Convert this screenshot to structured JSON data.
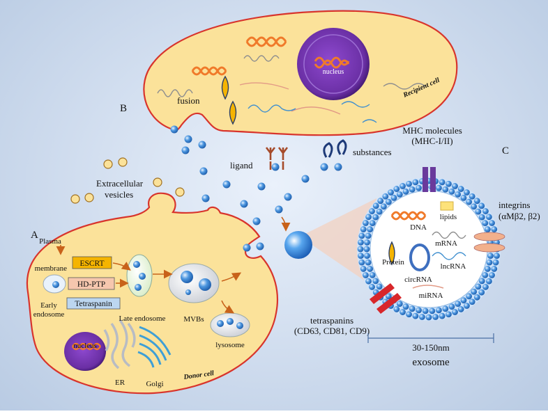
{
  "labels": {
    "panel_a": "A",
    "panel_b": "B",
    "panel_c": "C",
    "fusion": "fusion",
    "recipient_cell": "Recipient cell",
    "donor_cell": "Donor cell",
    "nucleus_recipient": "nucleus",
    "nucleus_donor": "nucleus",
    "ligand": "ligand",
    "substances": "substances",
    "extracellular_1": "Extracellular",
    "extracellular_2": "vesicles",
    "mhc_1": "MHC molecules",
    "mhc_2": "(MHC-I/II)",
    "integrins_1": "integrins",
    "integrins_2": "(αMβ2, β2)",
    "tetraspanins_1": "tetraspanins",
    "tetraspanins_2": "(CD63, CD81, CD9)",
    "size": "30-150nm",
    "exosome": "exosome",
    "plasma_1": "Plasma",
    "plasma_2": "membrane",
    "early_1": "Early",
    "early_2": "endosome",
    "late_endosome": "Late endosome",
    "mvbs": "MVBs",
    "lysosome": "lysosome",
    "er": "ER",
    "golgi": "Golgi",
    "escrt": "ESCRT",
    "hdptp": "HD-PTP",
    "tetraspanin": "Tetraspanin",
    "dna": "DNA",
    "lipids": "lipids",
    "mrna": "mRNA",
    "protein": "Protein",
    "lncrna": "lncRNA",
    "circrna": "circRNA",
    "mirna": "miRNA"
  },
  "colors": {
    "cell_fill": "#fbe29a",
    "cell_stroke": "#d8342c",
    "vesicle": "#3f86d4",
    "nucleus": "#6a2fa4",
    "dna": "#f07a2a",
    "escrt": "#f5b400",
    "hdptp": "#f6c7ae",
    "tetraspanin": "#bcd6f0",
    "mhc": "#6a3a9c",
    "integrin": "#f2b08c",
    "tetraspanin_marker": "#d8262a"
  }
}
